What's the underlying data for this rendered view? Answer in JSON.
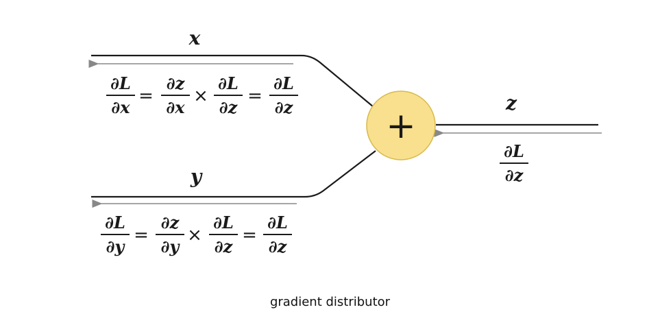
{
  "node": {
    "operator": "+",
    "fill": "#f8e08e",
    "stroke": "#d9b94a"
  },
  "inputs": {
    "x": {
      "label": "x",
      "eq": [
        {
          "num": "∂L",
          "den": "∂x"
        },
        {
          "op": "="
        },
        {
          "num": "∂z",
          "den": "∂x"
        },
        {
          "op": "×"
        },
        {
          "num": "∂L",
          "den": "∂z"
        },
        {
          "op": "="
        },
        {
          "num": "∂L",
          "den": "∂z"
        }
      ]
    },
    "y": {
      "label": "y",
      "eq": [
        {
          "num": "∂L",
          "den": "∂y"
        },
        {
          "op": "="
        },
        {
          "num": "∂z",
          "den": "∂y"
        },
        {
          "op": "×"
        },
        {
          "num": "∂L",
          "den": "∂z"
        },
        {
          "op": "="
        },
        {
          "num": "∂L",
          "den": "∂z"
        }
      ]
    }
  },
  "output": {
    "label": "z",
    "grad": {
      "num": "∂L",
      "den": "∂z"
    }
  },
  "caption": "gradient distributor"
}
